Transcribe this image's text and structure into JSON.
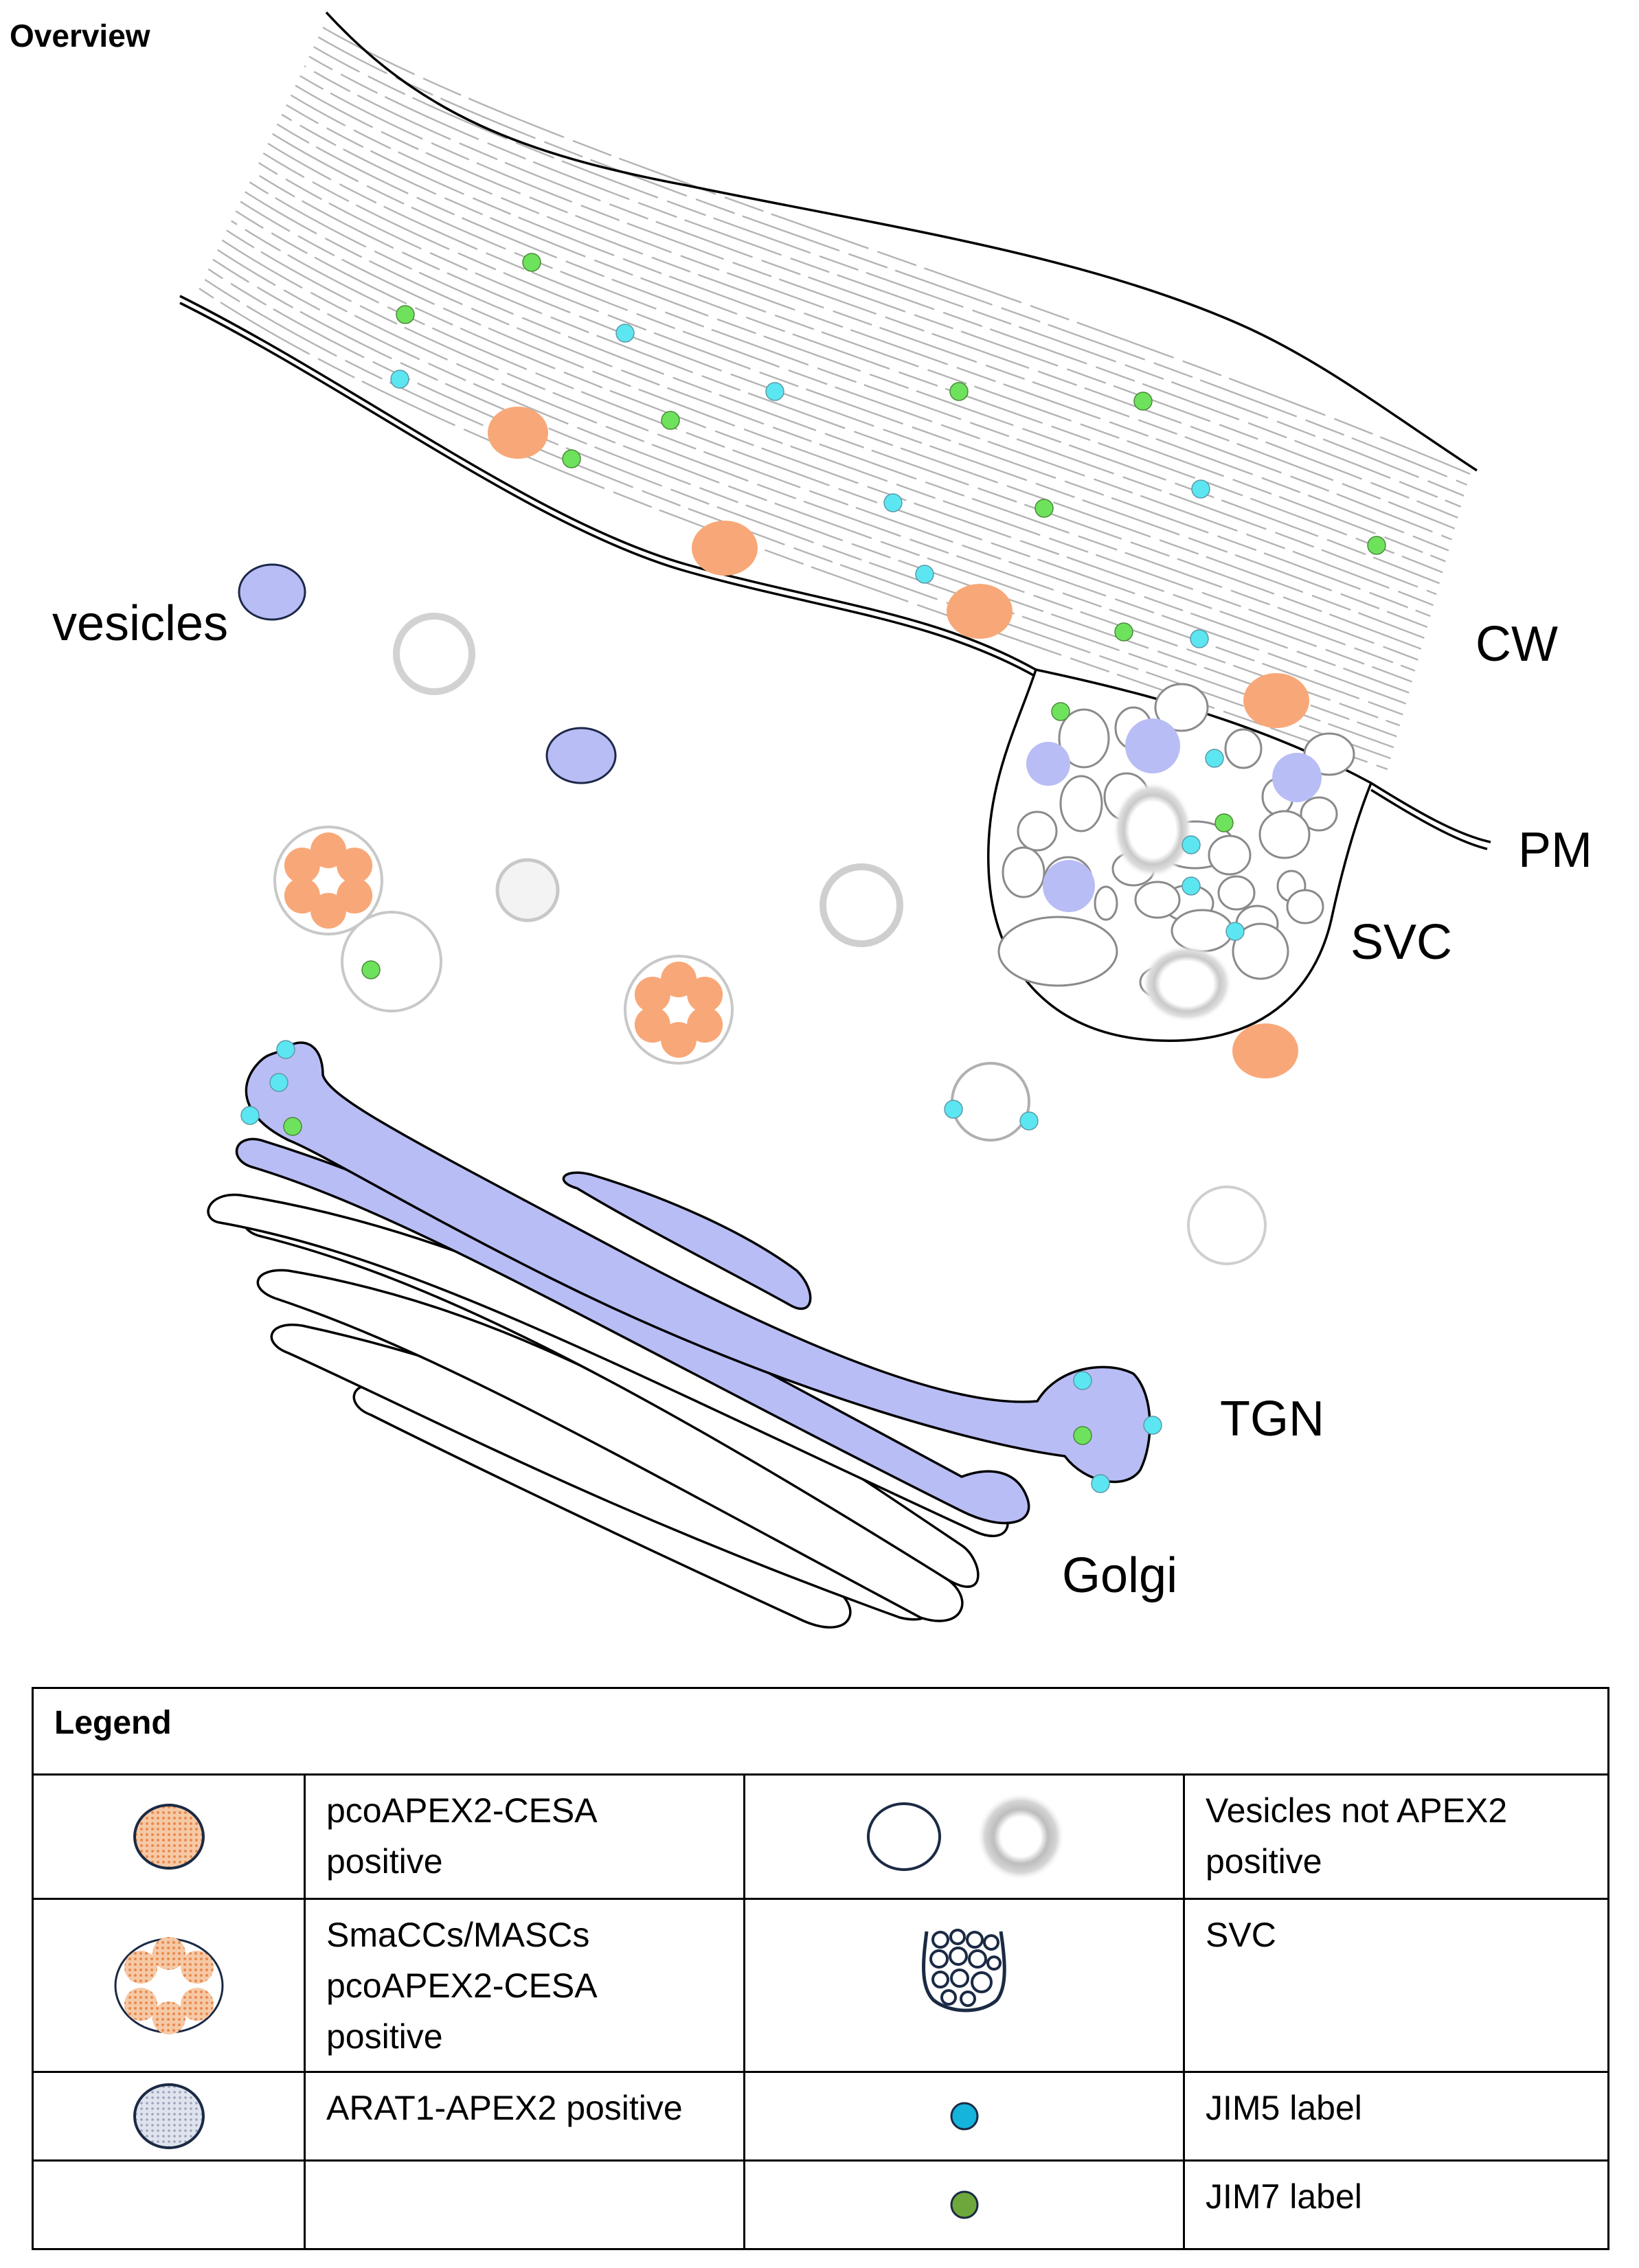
{
  "title": "Overview",
  "labels": {
    "cw": "CW",
    "pm": "PM",
    "vesicles": "vesicles",
    "svc": "SVC",
    "tgn": "TGN",
    "golgi": "Golgi"
  },
  "colors": {
    "cesa_orange": "#f8a878",
    "arat1_blue": "#b9bdf5",
    "jim5_cyan": "#5ce6f2",
    "jim7_green": "#6ee25c",
    "vesicle_gray": "#c8c8c8",
    "wall_fiber": "#b4b4b4"
  },
  "legend": {
    "heading": "Legend",
    "rows": [
      {
        "left_icon": "orange-dotted-vesicle-icon",
        "left_text": [
          "pcoAPEX2-CESA",
          "positive"
        ],
        "right_icon": "unlabelled-vesicles-icon",
        "right_text": [
          "Vesicles not APEX2",
          "positive"
        ]
      },
      {
        "left_icon": "smacc-masc-ring-icon",
        "left_text": [
          "SmaCCs/MASCs",
          "pcoAPEX2-CESA",
          "positive"
        ],
        "right_icon": "svc-icon",
        "right_text": [
          "SVC"
        ]
      },
      {
        "left_icon": "arat1-vesicle-icon",
        "left_text": [
          "ARAT1-APEX2 positive"
        ],
        "right_icon": "jim5-dot-icon",
        "right_text": [
          "JIM5 label"
        ]
      },
      {
        "left_icon": "",
        "left_text": [],
        "right_icon": "jim7-dot-icon",
        "right_text": [
          "JIM7 label"
        ]
      }
    ]
  }
}
